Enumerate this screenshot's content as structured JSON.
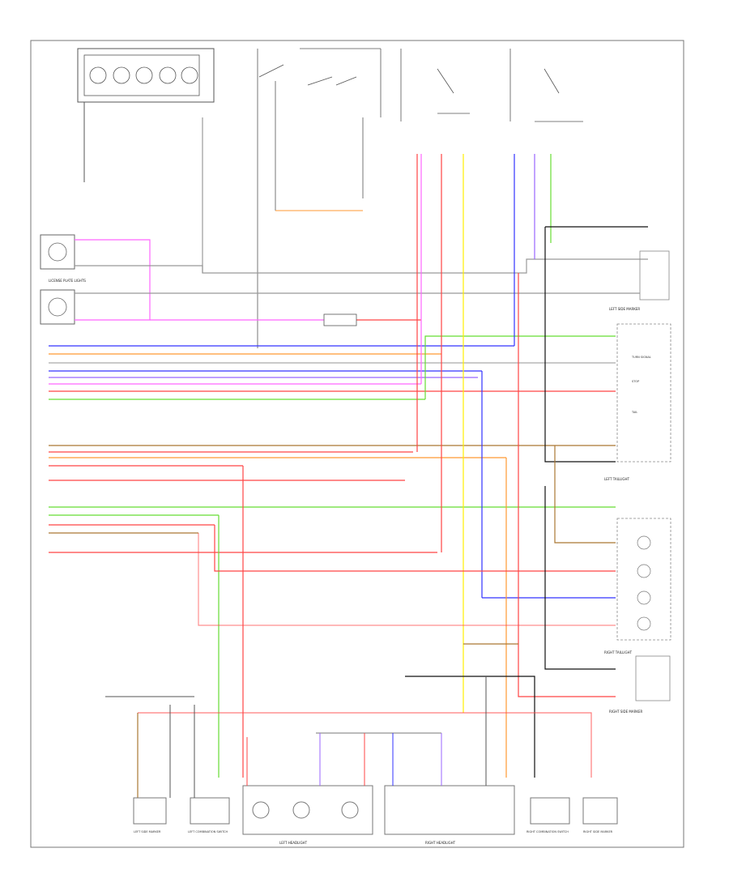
{
  "diagram_code": "",
  "components": {
    "left_tail_light": "LEFT TAILLIGHT",
    "right_tail_light": "RIGHT TAILLIGHT",
    "left_side_marker": "LEFT SIDE MARKER",
    "right_side_marker": "RIGHT SIDE MARKER",
    "left_headlight": "LEFT HEADLIGHT",
    "right_headlight": "RIGHT HEADLIGHT",
    "license_plate_lights": "LICENSE PLATE LIGHTS",
    "left_front_marker": "LEFT SIDE MARKER",
    "left_combination_switch": "LEFT COMBINATION SWITCH",
    "right_combination_switch": "RIGHT COMBINATION SWITCH",
    "right_front_marker": "RIGHT SIDE MARKER"
  },
  "bulb_labels": {
    "turn_signal": "TURN SIGNAL",
    "stop": "STOP",
    "tail": "TAIL"
  },
  "wire_colors": {
    "pink": "#ff66ff",
    "red": "#ff2222",
    "orange": "#ff9933",
    "blue": "#3333ff",
    "green": "#66dd33",
    "yellow": "#ffee00",
    "black": "#111111",
    "gray": "#999999",
    "brown": "#aa7733",
    "violet": "#9966ff",
    "light_red": "#ff8888"
  }
}
